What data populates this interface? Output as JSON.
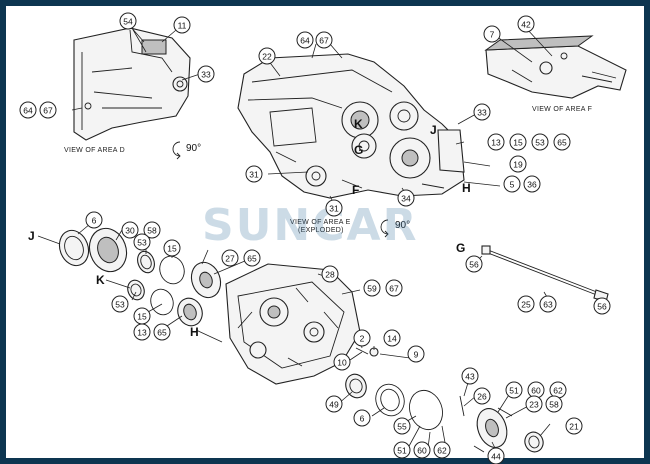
{
  "watermark": "SUNCAR",
  "captions": {
    "area_d": "VIEW OF AREA D",
    "area_e_line1": "VIEW OF AREA E",
    "area_e_line2": "(EXPLODED)",
    "area_f": "VIEW OF AREA F",
    "rotation_d": "90°",
    "rotation_e": "90°"
  },
  "section_letters": {
    "upper_k": "K",
    "upper_j": "J",
    "upper_g": "G",
    "upper_f": "F",
    "upper_h": "H",
    "lower_j": "J",
    "lower_k": "K",
    "lower_g": "G",
    "lower_h": "H"
  },
  "callouts": {
    "d_54": "54",
    "d_11": "11",
    "d_33": "33",
    "d_64": "64",
    "d_67": "67",
    "f_7": "7",
    "f_42": "42",
    "m_22": "22",
    "m_64": "64",
    "m_67": "67",
    "m_33": "33",
    "m_13": "13",
    "m_15": "15",
    "m_53": "53",
    "m_65": "65",
    "m_19": "19",
    "m_5": "5",
    "m_36": "36",
    "m_31a": "31",
    "m_31b": "31",
    "m_34": "34",
    "l_6a": "6",
    "l_30": "30",
    "l_58a": "58",
    "l_53a": "53",
    "l_15a": "15",
    "l_27": "27",
    "l_65a": "65",
    "l_53b": "53",
    "l_15b": "15",
    "l_13": "13",
    "l_65b": "65",
    "l_28": "28",
    "l_59": "59",
    "l_67": "67",
    "l_2": "2",
    "l_14": "14",
    "l_10": "10",
    "l_9": "9",
    "l_49": "49",
    "l_6b": "6",
    "l_55": "55",
    "l_43": "43",
    "l_26": "26",
    "l_51a": "51",
    "l_60a": "60",
    "l_62a": "62",
    "l_23": "23",
    "l_58b": "58",
    "l_21": "21",
    "l_44": "44",
    "l_51b": "51",
    "l_60b": "60",
    "l_62b": "62",
    "g_56a": "56",
    "g_25": "25",
    "g_63": "63",
    "g_56b": "56"
  }
}
